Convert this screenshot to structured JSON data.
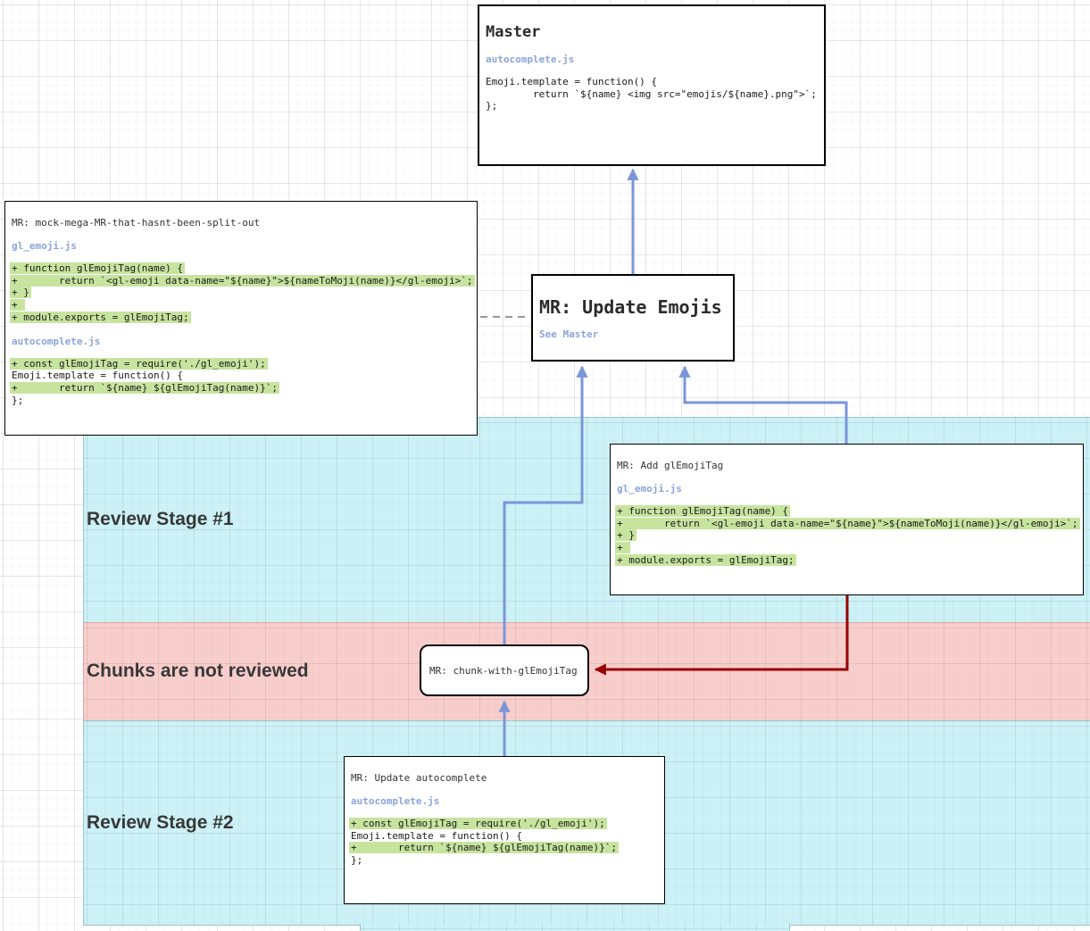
{
  "colors": {
    "zone_review_fill": "#ccf1f6",
    "zone_not_reviewed_fill": "#f8cecc",
    "diff_added_highlight": "#c7e49f",
    "file_link_blue": "#8ba4dc",
    "connector_blue": "#7a96d8",
    "connector_red": "#990000",
    "connector_dashed_gray": "#999999",
    "box_border": "#000000"
  },
  "zones": [
    {
      "label": "Review Stage #1"
    },
    {
      "label": "Chunks are not reviewed"
    },
    {
      "label": "Review Stage #2"
    }
  ],
  "boxes": {
    "master": {
      "title": "Master",
      "sections": [
        {
          "file": "autocomplete.js",
          "lines": [
            {
              "t": "Emoji.template = function() {"
            },
            {
              "t": "        return `${name} <img src=\"emojis/${name}.png\">`;"
            },
            {
              "t": "};"
            }
          ]
        }
      ]
    },
    "mega": {
      "header": "MR: mock-mega-MR-that-hasnt-been-split-out",
      "sections": [
        {
          "file": "gl_emoji.js",
          "lines": [
            {
              "t": "+ function glEmojiTag(name) {",
              "added": true
            },
            {
              "t": "+       return `<gl-emoji data-name=\"${name}\">${nameToMoji(name)}</gl-emoji>`;",
              "added": true
            },
            {
              "t": "+ }",
              "added": true
            },
            {
              "t": "+ ",
              "added": true
            },
            {
              "t": "+ module.exports = glEmojiTag;",
              "added": true
            }
          ]
        },
        {
          "file": "autocomplete.js",
          "lines": [
            {
              "t": "+ const glEmojiTag = require('./gl_emoji');",
              "added": true
            },
            {
              "t": "Emoji.template = function() {"
            },
            {
              "t": "+       return `${name} ${glEmojiTag(name)}`;",
              "added": true
            },
            {
              "t": "};"
            }
          ]
        }
      ]
    },
    "update_emojis": {
      "title": "MR: Update Emojis",
      "link": "See Master"
    },
    "add_gl_emoji": {
      "header": "MR: Add glEmojiTag",
      "sections": [
        {
          "file": "gl_emoji.js",
          "lines": [
            {
              "t": "+ function glEmojiTag(name) {",
              "added": true
            },
            {
              "t": "+       return `<gl-emoji data-name=\"${name}\">${nameToMoji(name)}</gl-emoji>`;",
              "added": true
            },
            {
              "t": "+ }",
              "added": true
            },
            {
              "t": "+ ",
              "added": true
            },
            {
              "t": "+ module.exports = glEmojiTag;",
              "added": true
            }
          ]
        }
      ]
    },
    "chunk": {
      "header": "MR: chunk-with-glEmojiTag"
    },
    "update_autocomplete": {
      "header": "MR: Update autocomplete",
      "sections": [
        {
          "file": "autocomplete.js",
          "lines": [
            {
              "t": "+ const glEmojiTag = require('./gl_emoji');",
              "added": true
            },
            {
              "t": "Emoji.template = function() {"
            },
            {
              "t": "+       return `${name} ${glEmojiTag(name)}`;",
              "added": true
            },
            {
              "t": "};"
            }
          ]
        }
      ]
    }
  }
}
